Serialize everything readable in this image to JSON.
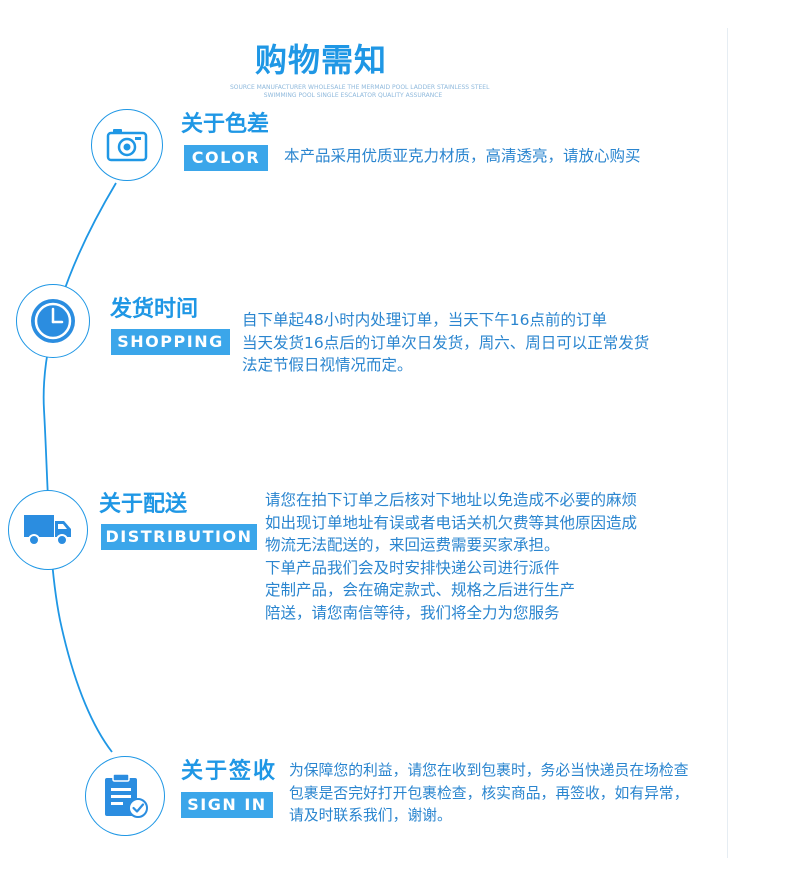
{
  "page": {
    "title": "购物需知",
    "subtitle_lines": [
      "SOURCE MANUFACTURER WHOLESALE THE MERMAID POOL LADDER STAINLESS STEEL",
      "SWIMMING POOL SINGLE ESCALATOR QUALITY ASSURANCE"
    ]
  },
  "sections": [
    {
      "heading": "关于色差",
      "tag": "COLOR",
      "icon": "camera-icon",
      "lines": [
        "本产品采用优质亚克力材质，高清透亮，请放心购买"
      ]
    },
    {
      "heading": "发货时间",
      "tag": "SHOPPING",
      "icon": "clock-icon",
      "lines": [
        "自下单起48小时内处理订单，当天下午16点前的订单",
        "当天发货16点后的订单次日发货，周六、周日可以正常发货",
        "法定节假日视情况而定。"
      ]
    },
    {
      "heading": "关于配送",
      "tag": "DISTRIBUTION",
      "icon": "truck-icon",
      "lines": [
        "请您在拍下订单之后核对下地址以免造成不必要的麻烦",
        "如出现订单地址有误或者电话关机欠费等其他原因造成",
        "物流无法配送的，来回运费需要买家承担。",
        "下单产品我们会及时安排快递公司进行派件",
        "定制产品，会在确定款式、规格之后进行生产",
        "陪送，请您南信等待，我们将全力为您服务"
      ]
    },
    {
      "heading": "关于签收",
      "tag": "SIGN IN",
      "icon": "clipboard-check-icon",
      "lines": [
        "为保障您的利益，请您在收到包裹时，务必当快递员在场检查",
        "包裹是否完好打开包裹检查，核实商品，再签收，如有异常，",
        "请及时联系我们，谢谢。"
      ]
    }
  ],
  "colors": {
    "primary": "#1f97e5",
    "tag_bg": "#3ba6ea",
    "text": "#2a85cf",
    "subtitle": "#8fb9dc"
  }
}
